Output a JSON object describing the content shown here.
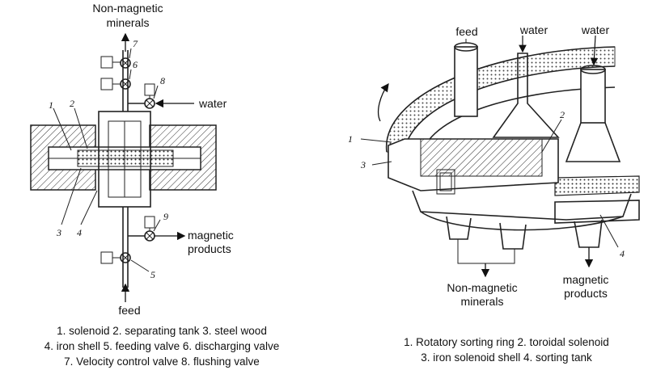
{
  "left_diagram": {
    "labels": {
      "non_magnetic": [
        "Non-magnetic",
        "minerals"
      ],
      "water": "water",
      "magnetic": [
        "magnetic",
        "products"
      ],
      "feed": "feed"
    },
    "numbers": [
      "1",
      "2",
      "3",
      "4",
      "5",
      "6",
      "7",
      "8",
      "9"
    ],
    "caption": [
      "1. solenoid  2. separating tank  3. steel wood",
      "4. iron shell  5. feeding valve  6. discharging valve",
      "7. Velocity control valve  8. flushing valve"
    ]
  },
  "right_diagram": {
    "labels": {
      "feed": "feed",
      "water_1": "water",
      "water_2": "water",
      "non_magnetic": [
        "Non-magnetic",
        "minerals"
      ],
      "magnetic": [
        "magnetic",
        "products"
      ]
    },
    "numbers": [
      "1",
      "2",
      "3",
      "4"
    ],
    "caption": [
      "1.  Rotatory sorting ring  2. toroidal solenoid",
      "3. iron solenoid shell 4. sorting tank"
    ]
  }
}
